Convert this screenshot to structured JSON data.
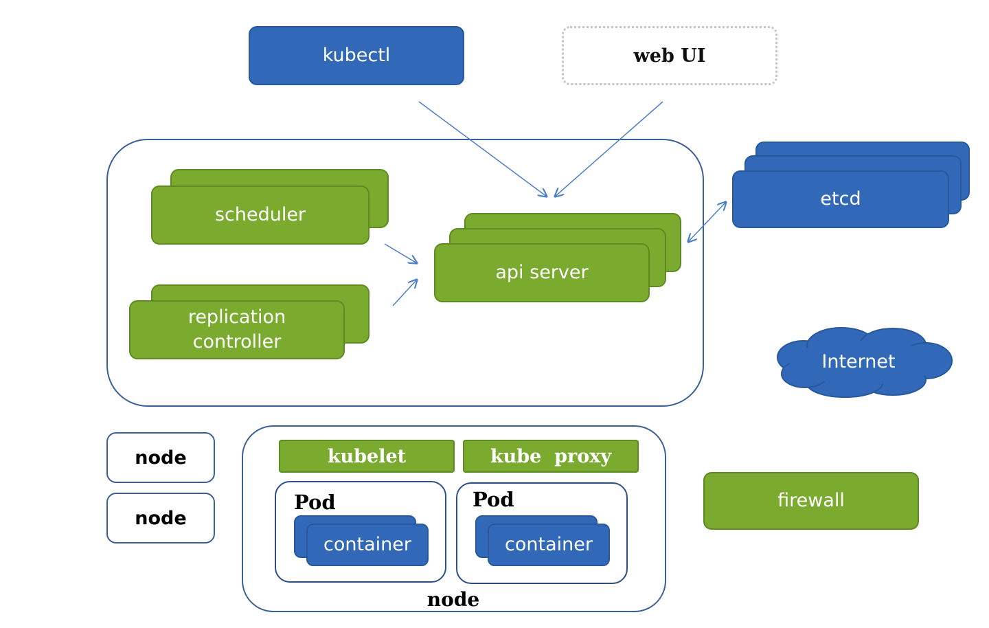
{
  "clients": {
    "kubectl": "kubectl",
    "web_ui": "web UI"
  },
  "master": {
    "scheduler": "scheduler",
    "replication_controller": [
      "replication",
      "controller"
    ],
    "api_server": "api server"
  },
  "etcd": "etcd",
  "internet": "Internet",
  "firewall": "firewall",
  "nodes": {
    "node_1": "node",
    "node_2": "node"
  },
  "worker_node": {
    "kubelet": "kubelet",
    "kube_proxy": "kube  proxy",
    "pods": [
      {
        "title": "Pod",
        "container": "container"
      },
      {
        "title": "Pod",
        "container": "container"
      }
    ],
    "label": "node"
  },
  "colors": {
    "blue": "#3169b8",
    "green": "#7aaa2e",
    "outline": "#3a5f96"
  }
}
